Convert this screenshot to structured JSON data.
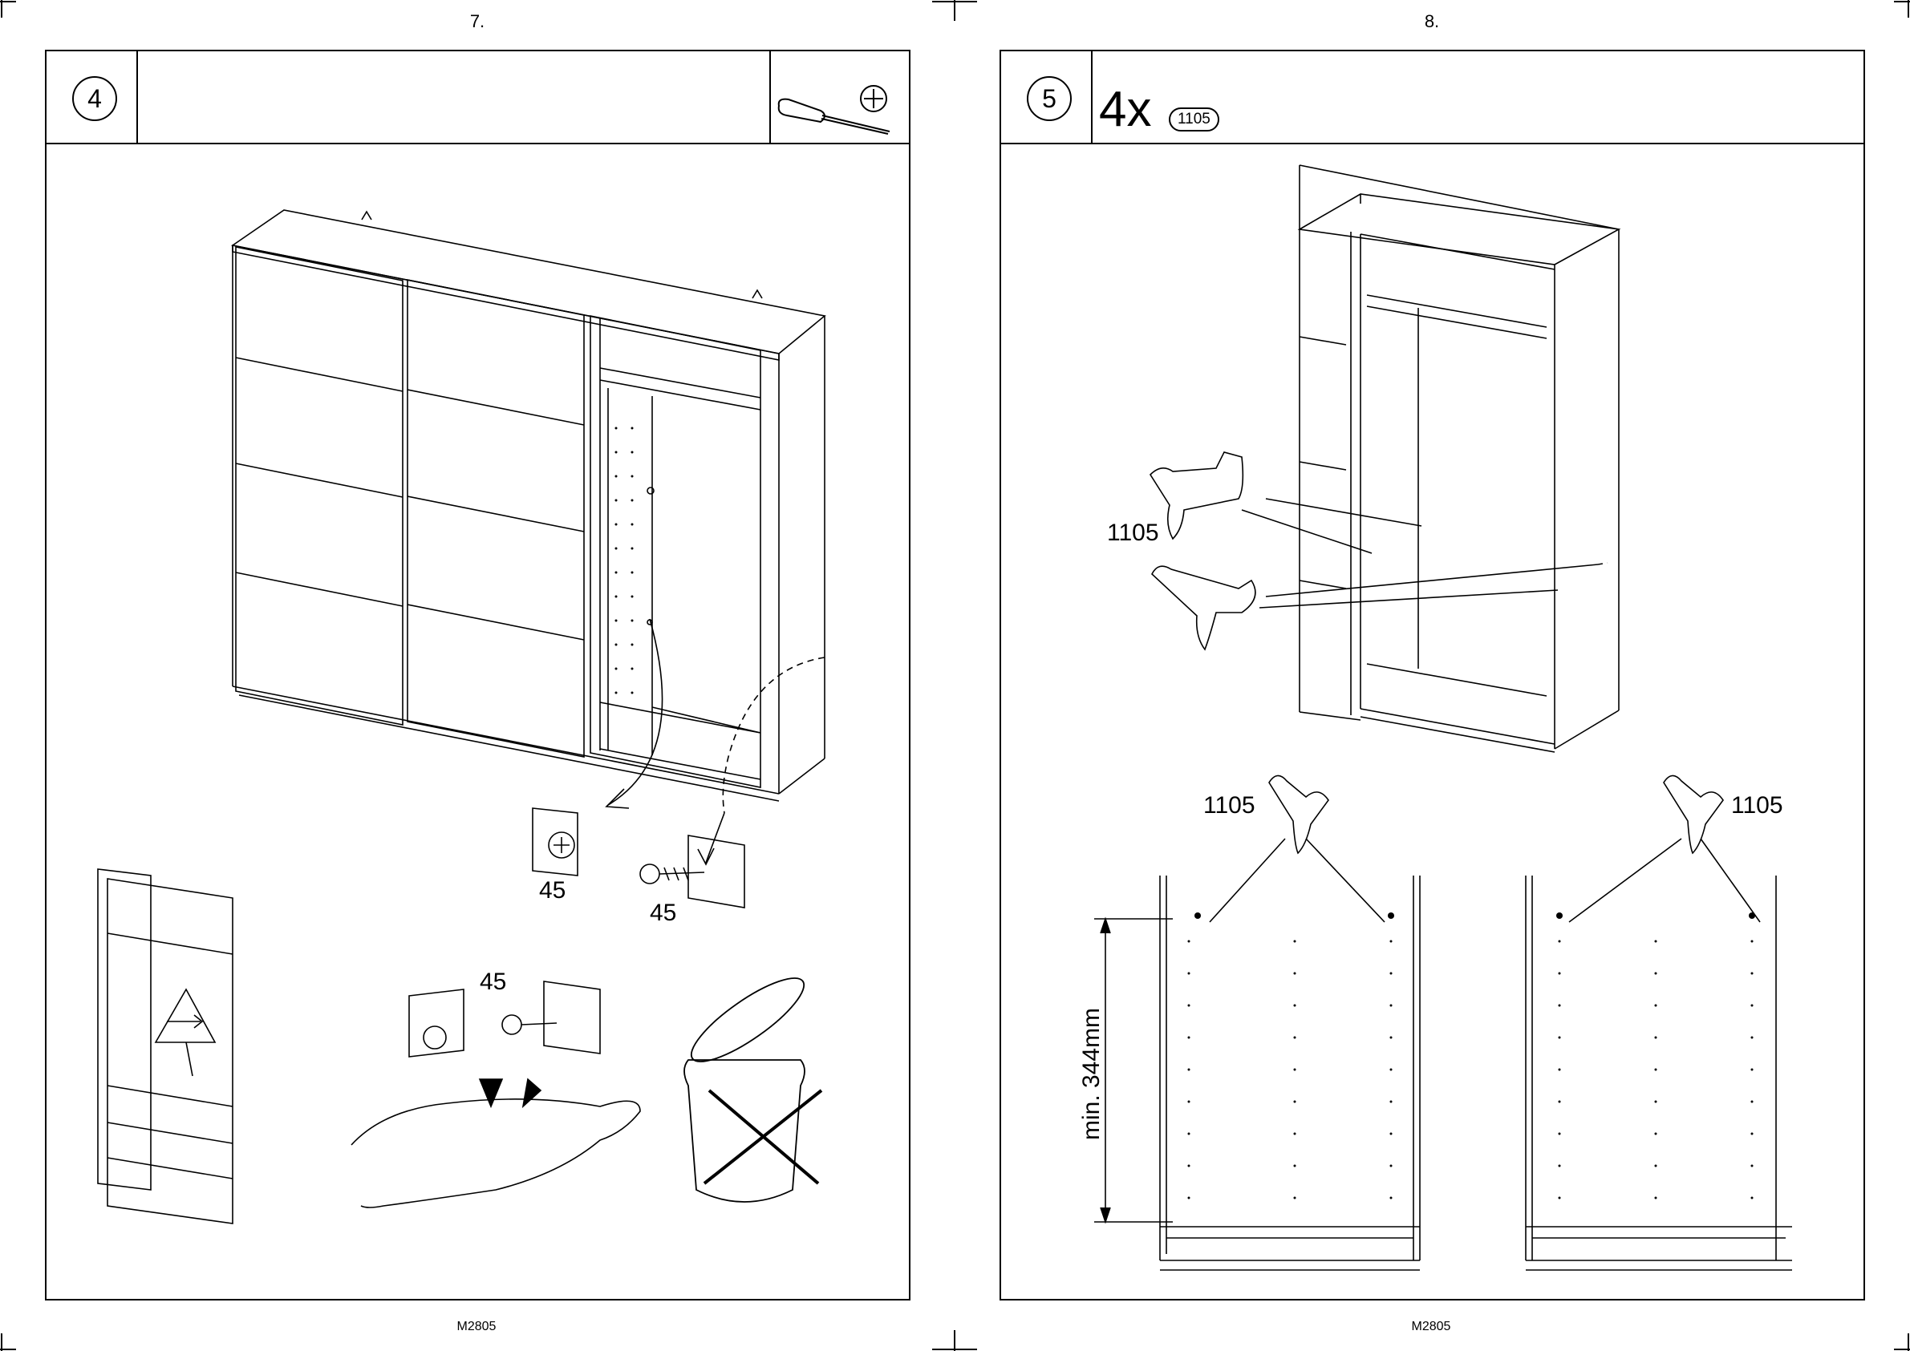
{
  "pages": [
    {
      "number": "7.",
      "code": "M2805",
      "step": "4"
    },
    {
      "number": "8.",
      "code": "M2805",
      "step": "5",
      "quantity": "4x",
      "part_code": "1105"
    }
  ],
  "labels": {
    "screw_count_a": "45",
    "screw_count_b": "45",
    "screw_count_c": "45",
    "part_1105_a": "1105",
    "part_1105_b": "1105",
    "part_1105_c": "1105",
    "min_dimension": "min. 344mm"
  },
  "icons": [
    "screwdriver-icon",
    "phillips-head-icon",
    "shelf-support-icon",
    "warning-triangle-icon",
    "trash-bin-icon",
    "hand-icon"
  ]
}
